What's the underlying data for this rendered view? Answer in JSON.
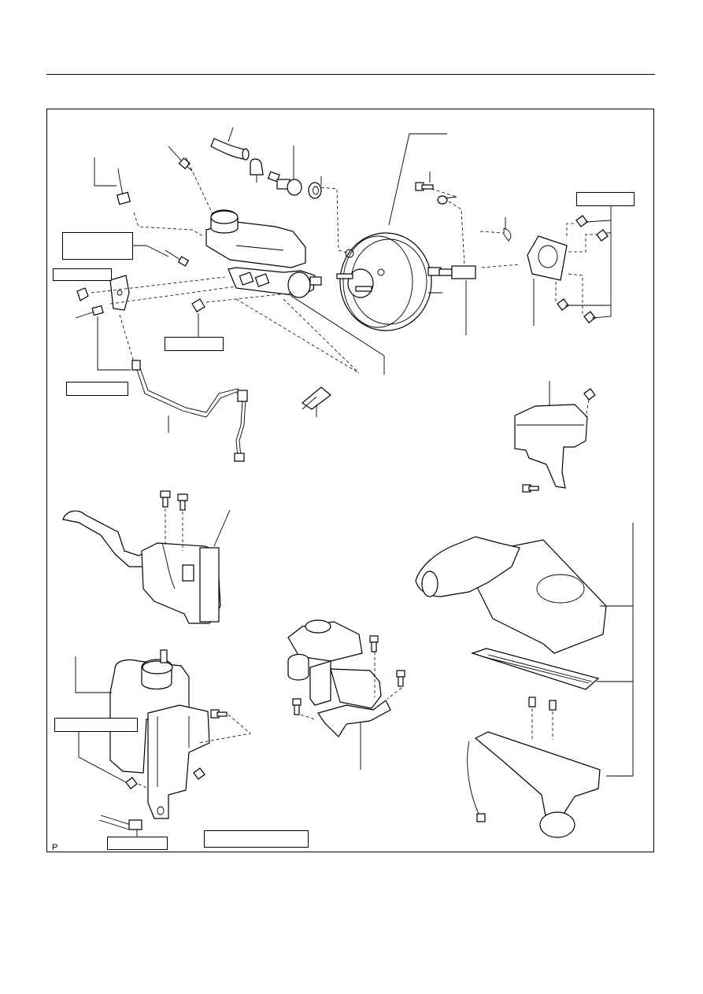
{
  "page": {
    "corner_mark": "P"
  },
  "label_boxes": [
    {
      "id": "reservoir-label",
      "text": ""
    },
    {
      "id": "left-nut-label",
      "text": ""
    },
    {
      "id": "union-nut-label",
      "text": ""
    },
    {
      "id": "flange-nut-label",
      "text": ""
    },
    {
      "id": "gasket-nut-label",
      "text": ""
    },
    {
      "id": "vsv-bracket-label",
      "text": ""
    },
    {
      "id": "hose-union-label",
      "text": ""
    },
    {
      "id": "bottom-note-label",
      "text": ""
    }
  ],
  "icons": {
    "master-cylinder": "master-cylinder-icon",
    "brake-booster": "brake-booster-icon",
    "air-cleaner": "air-cleaner-icon",
    "vacuum-pump": "vacuum-pump-icon",
    "canister": "canister-icon",
    "egr-valve": "egr-valve-icon",
    "ecu-cover": "cover-icon"
  }
}
